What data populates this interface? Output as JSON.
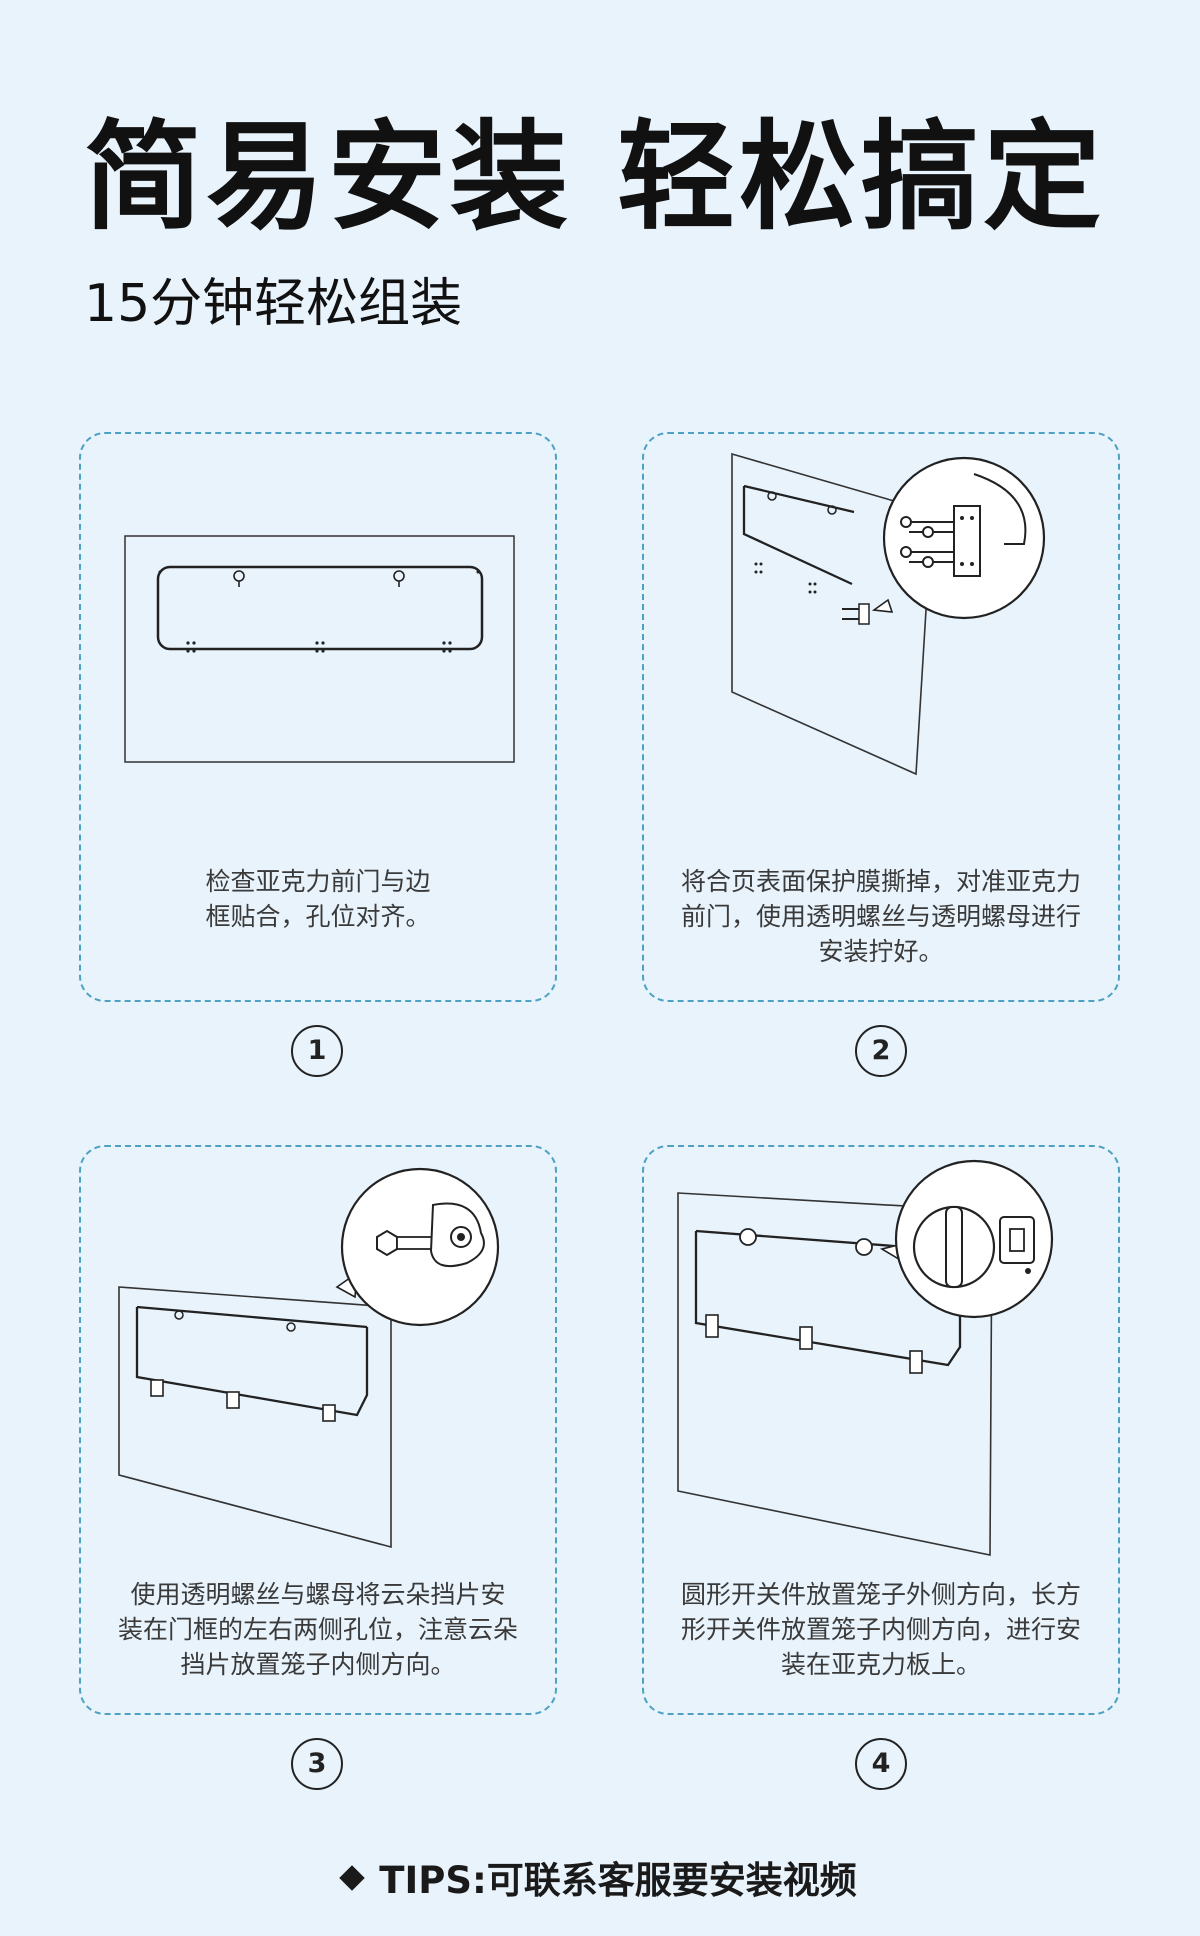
{
  "header": {
    "title": "简易安装 轻松搞定",
    "subtitle": "15分钟轻松组装"
  },
  "steps": [
    {
      "number": "1",
      "caption": "检查亚克力前门与边\n框贴合，孔位对齐。"
    },
    {
      "number": "2",
      "caption": "将合页表面保护膜撕掉，对准亚克力\n前门，使用透明螺丝与透明螺母进行\n安装拧好。"
    },
    {
      "number": "3",
      "caption": "使用透明螺丝与螺母将云朵挡片安\n装在门框的左右两侧孔位，注意云朵\n挡片放置笼子内侧方向。"
    },
    {
      "number": "4",
      "caption": "圆形开关件放置笼子外侧方向，长方\n形开关件放置笼子内侧方向，进行安\n装在亚克力板上。"
    }
  ],
  "footer": {
    "tips": "TIPS:可联系客服要安装视频"
  },
  "colors": {
    "background": "#e8f3fc",
    "card_border": "#4da2c3",
    "text": "#1a1a1a"
  }
}
